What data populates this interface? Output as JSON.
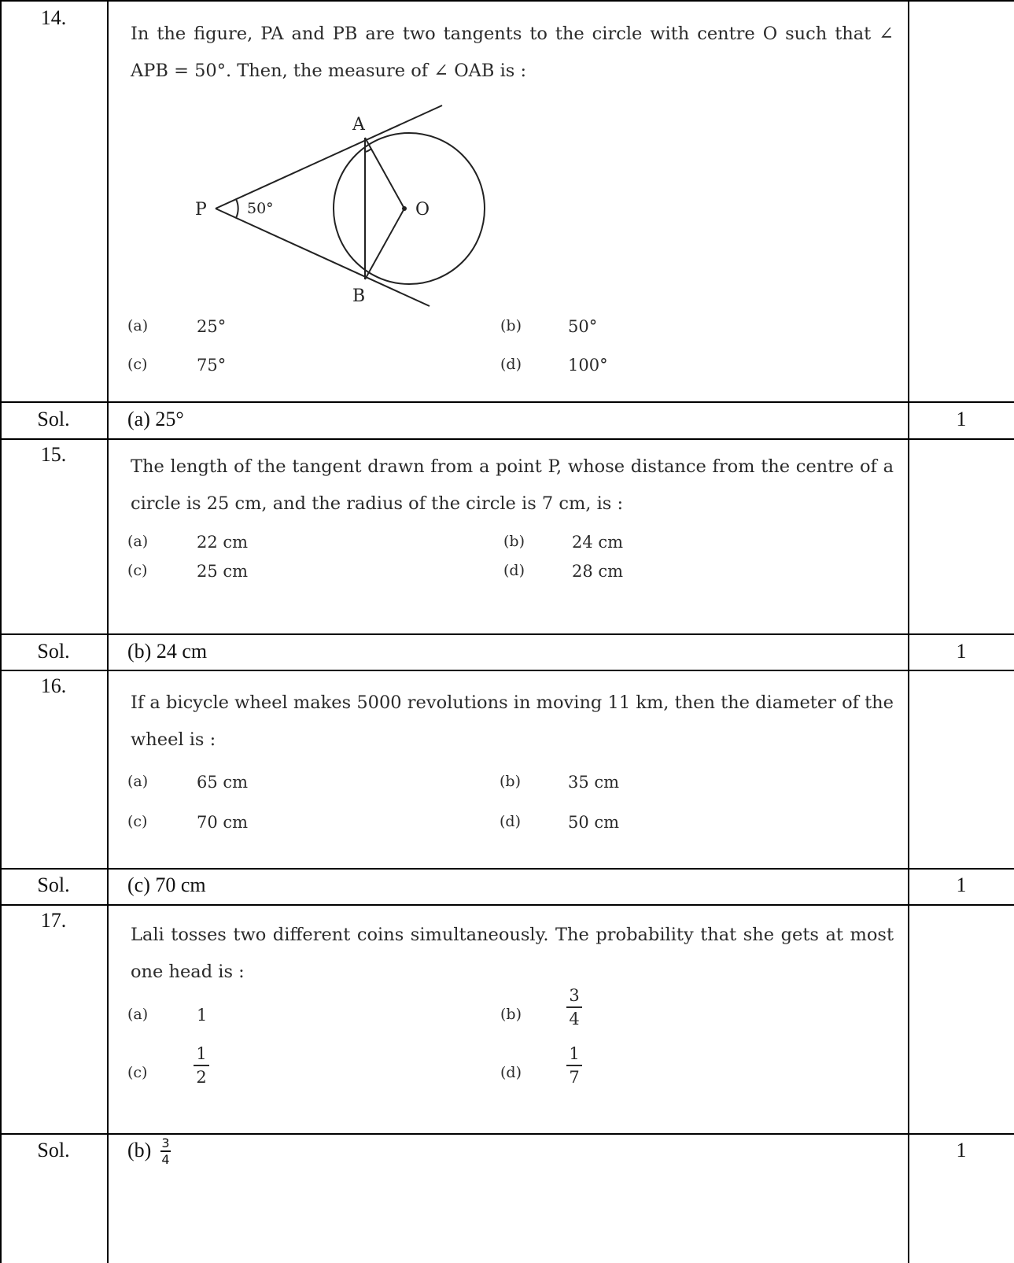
{
  "rows": [
    {
      "number": "14.",
      "question": "In the figure, PA and PB are two tangents to the circle with centre O such that ∠ APB = 50°. Then, the measure of ∠ OAB is :",
      "options": [
        {
          "label": "(a)",
          "value": "25°"
        },
        {
          "label": "(b)",
          "value": "50°"
        },
        {
          "label": "(c)",
          "value": "75°"
        },
        {
          "label": "(d)",
          "value": "100°"
        }
      ],
      "figure": {
        "point_a": "A",
        "point_b": "B",
        "point_p": "P",
        "point_o": "O",
        "angle": "50°"
      },
      "solution": "(a) 25°",
      "marks": "1"
    },
    {
      "number": "15.",
      "question": "The length of the tangent drawn from a point P, whose distance from the centre of a circle is 25 cm, and the radius of the circle is 7 cm, is :",
      "options": [
        {
          "label": "(a)",
          "value": "22 cm"
        },
        {
          "label": "(b)",
          "value": "24 cm"
        },
        {
          "label": "(c)",
          "value": "25 cm"
        },
        {
          "label": "(d)",
          "value": "28 cm"
        }
      ],
      "solution": "(b) 24 cm",
      "marks": "1"
    },
    {
      "number": "16.",
      "question": "If a bicycle wheel makes 5000 revolutions in moving 11 km, then the diameter of the wheel is :",
      "options": [
        {
          "label": "(a)",
          "value": "65 cm"
        },
        {
          "label": "(b)",
          "value": "35 cm"
        },
        {
          "label": "(c)",
          "value": "70 cm"
        },
        {
          "label": "(d)",
          "value": "50 cm"
        }
      ],
      "solution": "(c) 70 cm",
      "marks": "1"
    },
    {
      "number": "17.",
      "question": "Lali tosses two different coins simultaneously. The probability that she gets at most one head is :",
      "options": [
        {
          "label": "(a)",
          "value": "1"
        },
        {
          "label": "(b)",
          "numerator": "3",
          "denominator": "4"
        },
        {
          "label": "(c)",
          "numerator": "1",
          "denominator": "2"
        },
        {
          "label": "(d)",
          "numerator": "1",
          "denominator": "7"
        }
      ],
      "solution": {
        "prefix": "(b)",
        "numerator": "3",
        "denominator": "4"
      },
      "solution_label": "Sol.",
      "marks": "1"
    }
  ],
  "solution_label": "Sol."
}
